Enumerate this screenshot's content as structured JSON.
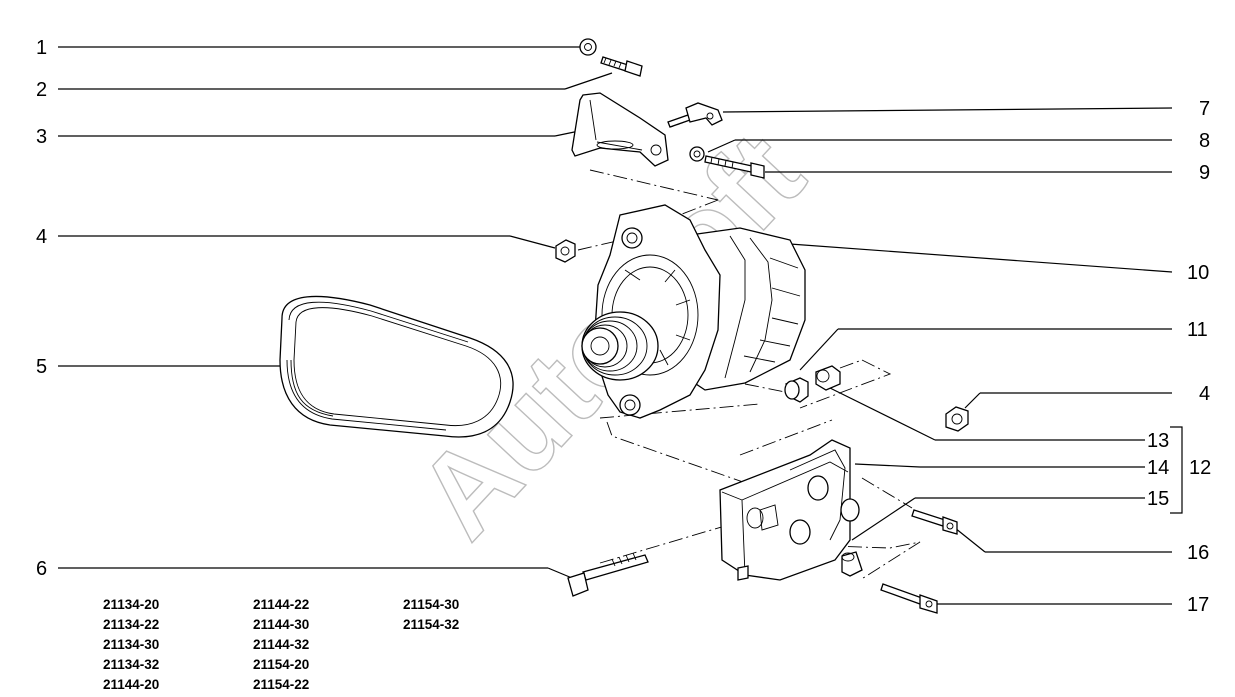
{
  "watermark": "AutoSoft",
  "callouts": {
    "c1": "1",
    "c2": "2",
    "c3": "3",
    "c4a": "4",
    "c5": "5",
    "c6": "6",
    "c7": "7",
    "c8": "8",
    "c9": "9",
    "c10": "10",
    "c11": "11",
    "c4b": "4",
    "c13": "13",
    "c14": "14",
    "c15": "15",
    "c12": "12",
    "c16": "16",
    "c17": "17"
  },
  "models": {
    "col1": [
      "21134-20",
      "21134-22",
      "21134-30",
      "21134-32",
      "21144-20"
    ],
    "col2": [
      "21144-22",
      "21144-30",
      "21144-32",
      "21154-20",
      "21154-22"
    ],
    "col3": [
      "21154-30",
      "21154-32"
    ]
  }
}
